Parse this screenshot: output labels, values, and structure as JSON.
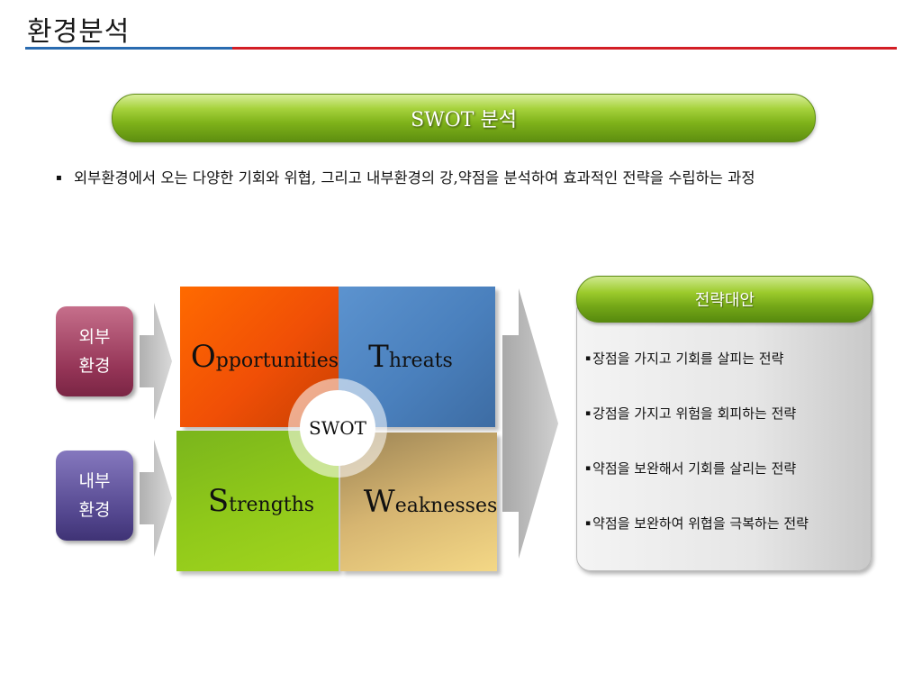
{
  "page": {
    "title": "환경분석"
  },
  "banner": {
    "title": "SWOT 분석"
  },
  "description": {
    "bullet": "▪",
    "text": "외부환경에서 오는 다양한 기회와 위협, 그리고 내부환경의 강,약점을 분석하여 효과적인 전략을 수립하는 과정"
  },
  "side_labels": {
    "external": {
      "line1": "외부",
      "line2": "환경"
    },
    "internal": {
      "line1": "내부",
      "line2": "환경"
    }
  },
  "swot": {
    "center": "SWOT",
    "opportunities": {
      "initial": "O",
      "rest": "pportunities"
    },
    "threats": {
      "initial": "T",
      "rest": "hreats"
    },
    "strengths": {
      "initial": "S",
      "rest": "trengths"
    },
    "weaknesses": {
      "initial": "W",
      "rest": "eaknesses"
    }
  },
  "strategy": {
    "title": "전략대안",
    "bullet": "▪",
    "items": [
      "장점을 가지고 기회를 살피는 전략",
      "강점을 가지고 위험을 회피하는 전략",
      "약점을 보완해서 기회를 살리는 전략",
      "약점을 보완하여 위협을 극복하는 전략"
    ]
  },
  "colors": {
    "accent_green": "#7fb21a",
    "rule_blue": "#2a6bb0",
    "rule_red": "#d31e25",
    "opportunities": "#f04f06",
    "threats": "#4a80bd",
    "strengths": "#8fc81a",
    "weaknesses": "#d6b571",
    "external_box": "#943456",
    "internal_box": "#54478f"
  },
  "icons": {
    "description_bullet": "square-bullet-icon",
    "arrow_small": "chevron-arrow-right-icon",
    "arrow_big": "large-arrow-right-icon"
  }
}
